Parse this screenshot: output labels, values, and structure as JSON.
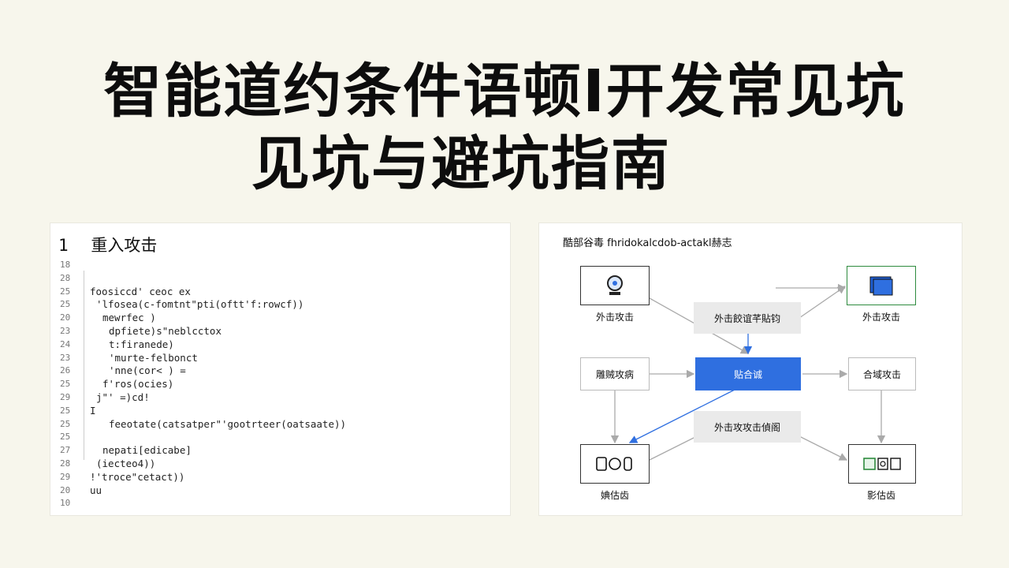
{
  "title": {
    "line1": "智能道约条件语顿I开发常见坑",
    "line2": "见坑与避坑指南"
  },
  "code_panel": {
    "heading_num": "1",
    "heading": "重入攻击",
    "lines": [
      {
        "n": "18",
        "t": "",
        "i": 0
      },
      {
        "n": "28",
        "t": "",
        "i": 0
      },
      {
        "n": "25",
        "t": "foosiccd' ceoc  ex",
        "i": 0
      },
      {
        "n": "25",
        "t": "'lfosea(c-fomtnt\"pti(oftt'f:rowcf))",
        "i": 1
      },
      {
        "n": "20",
        "t": "mewrfec )",
        "i": 2
      },
      {
        "n": "23",
        "t": "dpfiete)s\"neblcctox",
        "i": 3
      },
      {
        "n": "24",
        "t": "t:firanede)",
        "i": 3
      },
      {
        "n": "23",
        "t": "'murte-felbonct",
        "i": 3
      },
      {
        "n": "26",
        "t": "'nne(cor<  ) =",
        "i": 3
      },
      {
        "n": "25",
        "t": "f'ros(ocies)",
        "i": 2
      },
      {
        "n": "29",
        "t": "j\"'        =)cd!",
        "i": 1
      },
      {
        "n": "25",
        "t": "I",
        "i": 0
      },
      {
        "n": "25",
        "t": "feeotate(catsatper\"'gootrteer(oatsaate))",
        "i": 3
      },
      {
        "n": "25",
        "t": "",
        "i": 0
      },
      {
        "n": "27",
        "t": "nepati[edicabe]",
        "i": 2
      },
      {
        "n": "28",
        "t": "(iecteo4))",
        "i": 1
      },
      {
        "n": "29",
        "t": "!'troce\"cetact))",
        "i": 0
      },
      {
        "n": "20",
        "t": "uu",
        "i": 0
      },
      {
        "n": "10",
        "t": "",
        "i": 0
      }
    ]
  },
  "diagram": {
    "title": "酷部谷毒 fhridokalcdob-actakl赫志",
    "nodes": {
      "top_left_caption": "外击攻击",
      "top_right_caption": "外击攻击",
      "top_mid": "外击餃谊芊貼钧",
      "mid_left": "雕贼攻病",
      "center": "贴合诚",
      "mid_right": "合域攻击",
      "bottom_mid": "外击攻攻击偵阁",
      "bottom_left_caption": "婰估齿",
      "bottom_right_caption": "影估齿"
    },
    "colors": {
      "blue": "#2f6fe0",
      "green": "#2e8b3e",
      "edge": "#aaaaaa"
    },
    "icons": [
      "webcam-icon",
      "folder-icon",
      "device-icons",
      "media-icons"
    ]
  }
}
